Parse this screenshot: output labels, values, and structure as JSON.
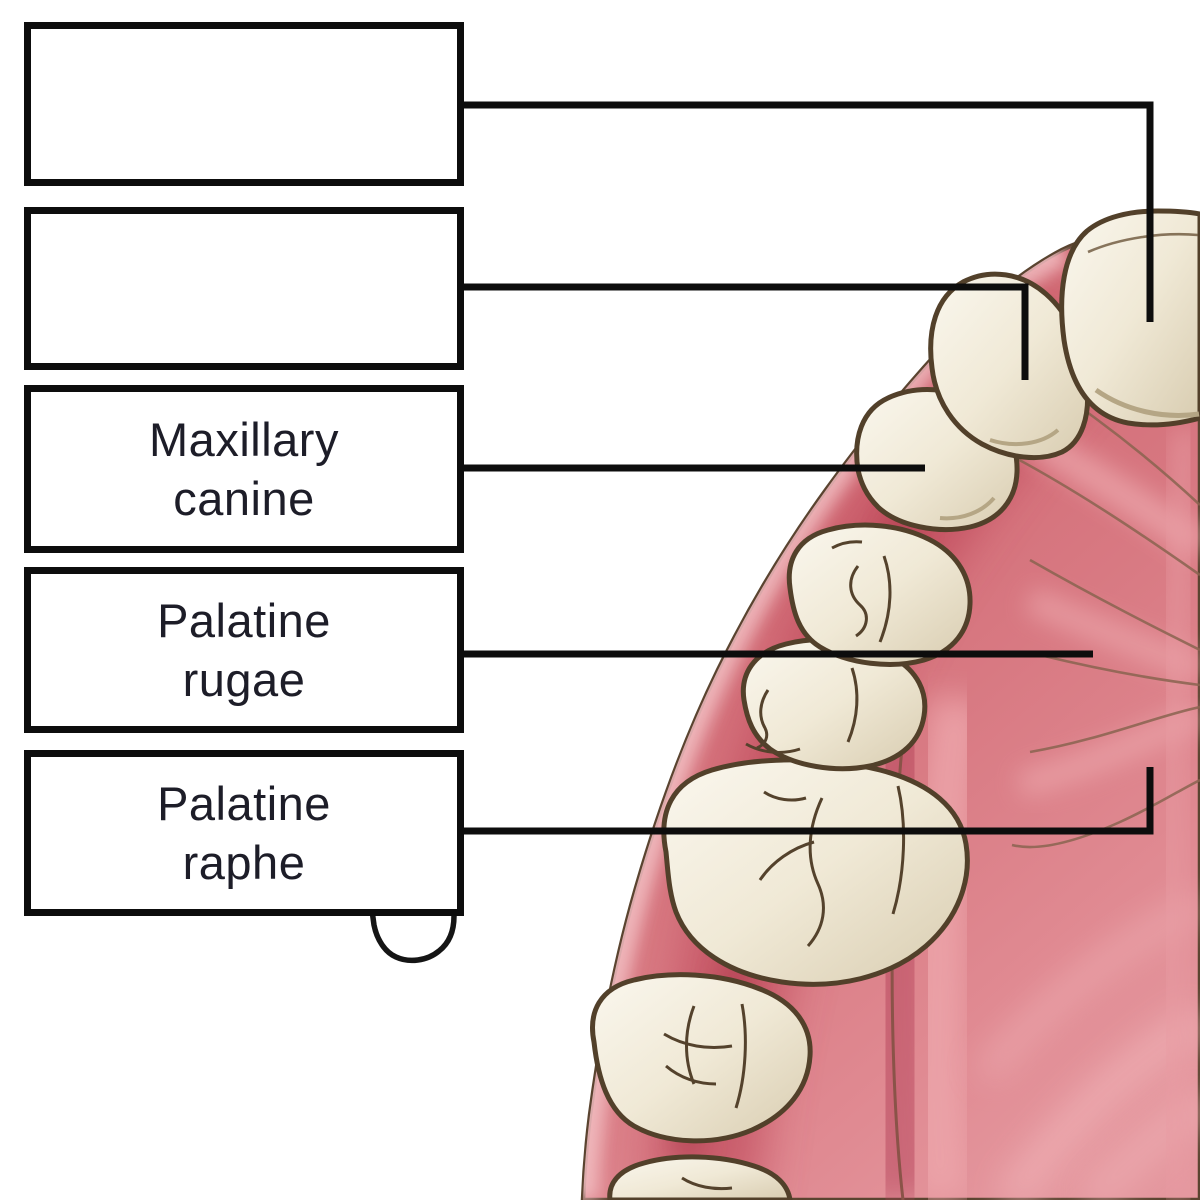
{
  "quiz": {
    "boxes": [
      {
        "label": "",
        "state": "empty"
      },
      {
        "label": "",
        "state": "empty"
      },
      {
        "label": "Maxillary\ncanine",
        "state": "filled"
      },
      {
        "label": "Palatine\nrugae",
        "state": "filled"
      },
      {
        "label": "Palatine\nraphe",
        "state": "filled"
      }
    ],
    "cursor_icon": "hand-tap-click-cursor"
  },
  "illustration": {
    "subject": "maxillary dental arch, palatal view",
    "teeth": [
      "central-incisor",
      "lateral-incisor",
      "canine",
      "first-premolar",
      "second-premolar",
      "first-molar",
      "second-molar",
      "third-molar-partial"
    ],
    "colors": {
      "tooth": "#f0e9d6",
      "tooth_shadow": "#d8ccb0",
      "tooth_outline": "#52402a",
      "gum_base": "#d87982",
      "gum_deep": "#bb4354",
      "gum_light": "#eca6ab",
      "rugae_line": "#8a6450",
      "leader_line": "#0d0d0d"
    }
  }
}
